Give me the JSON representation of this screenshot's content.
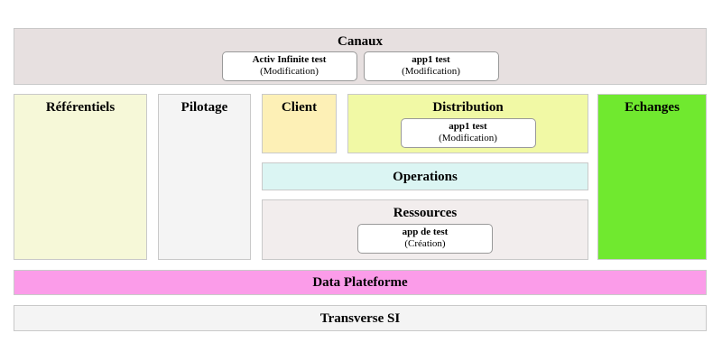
{
  "palette": {
    "canaux_bg": "#e7e0e0",
    "referentiels_bg": "#f6f8d8",
    "pilotage_bg": "#f4f4f4",
    "client_bg": "#fdf0b6",
    "distribution_bg": "#f1f9a5",
    "operations_bg": "#dbf5f3",
    "ressources_bg": "#f2eded",
    "echanges_bg": "#70e92f",
    "data_plateforme_bg": "#fb9ce9",
    "transverse_bg": "#f4f4f4",
    "card_bg": "#ffffff",
    "zone_border": "#c9c9c9",
    "card_border": "#999999"
  },
  "canaux": {
    "title": "Canaux",
    "cards": [
      {
        "name": "Activ Infinite test",
        "status": "(Modification)"
      },
      {
        "name": "app1 test",
        "status": "(Modification)"
      }
    ]
  },
  "referentiels": {
    "title": "Référentiels"
  },
  "pilotage": {
    "title": "Pilotage"
  },
  "client": {
    "title": "Client"
  },
  "distribution": {
    "title": "Distribution",
    "cards": [
      {
        "name": "app1 test",
        "status": "(Modification)"
      }
    ]
  },
  "operations": {
    "title": "Operations"
  },
  "ressources": {
    "title": "Ressources",
    "cards": [
      {
        "name": "app de test",
        "status": "(Création)"
      }
    ]
  },
  "echanges": {
    "title": "Echanges"
  },
  "data_plateforme": {
    "title": "Data Plateforme"
  },
  "transverse_si": {
    "title": "Transverse SI"
  }
}
